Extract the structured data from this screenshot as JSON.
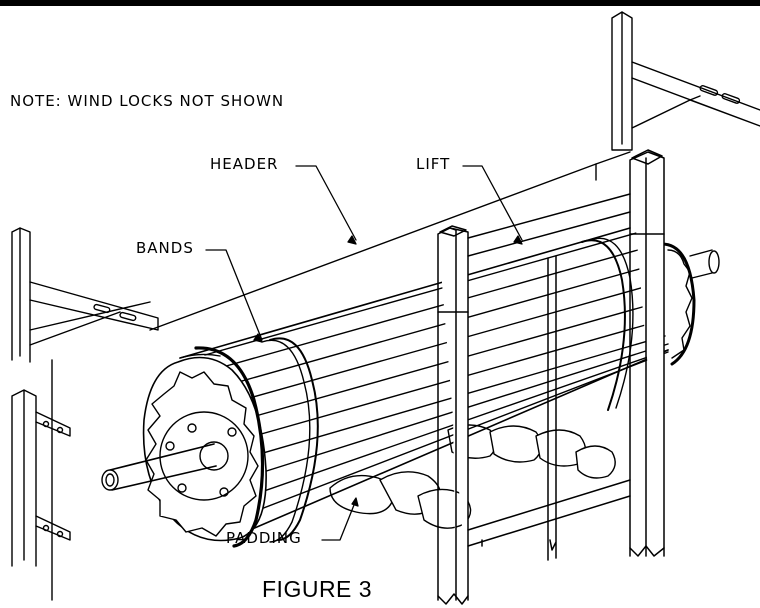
{
  "note": "NOTE: WIND LOCKS NOT SHOWN",
  "labels": {
    "header": "HEADER",
    "lift": "LIFT",
    "bands": "BANDS",
    "padding": "PADDING"
  },
  "caption": "FIGURE 3",
  "colors": {
    "ink": "#000000",
    "paper": "#ffffff"
  }
}
